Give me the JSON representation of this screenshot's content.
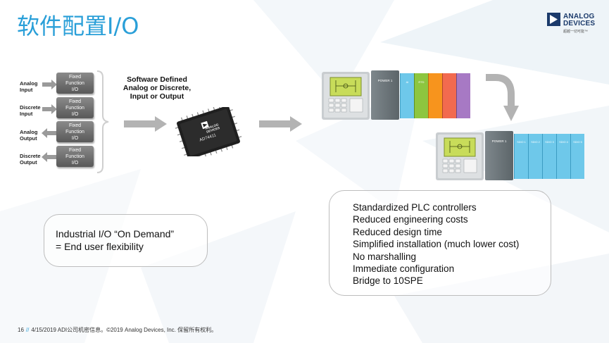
{
  "title": "软件配置I/O",
  "logo": {
    "line1": "ANALOG",
    "line2": "DEVICES",
    "tagline": "超越一切可能™"
  },
  "io_diagram": {
    "rows": [
      {
        "label1": "Analog",
        "label2": "Input",
        "block1": "Fixed",
        "block2": "Function",
        "block3": "I/O"
      },
      {
        "label1": "Discrete",
        "label2": "Input",
        "block1": "Fixed",
        "block2": "Function",
        "block3": "I/O"
      },
      {
        "label1": "Analog",
        "label2": "Output",
        "block1": "Fixed",
        "block2": "Function",
        "block3": "I/O"
      },
      {
        "label1": "Discrete",
        "label2": "Output",
        "block1": "Fixed",
        "block2": "Function",
        "block3": "I/O"
      }
    ]
  },
  "software_defined": {
    "line1": "Software Defined",
    "line2": "Analog or Discrete,",
    "line3": "Input or Output"
  },
  "chip": {
    "brand1": "ANALOG",
    "brand2": "DEVICES",
    "part": "AD74411"
  },
  "plc_top": {
    "modules": [
      "POWER 1",
      "AI",
      "RTD",
      "",
      "",
      ""
    ]
  },
  "plc_bottom": {
    "modules": [
      "POWER 1",
      "SDIO 1",
      "SDIO 2",
      "SDIO 3",
      "SDIO 4",
      "SDIO 5"
    ]
  },
  "callout_left": {
    "line1": "Industrial I/O “On Demand”",
    "line2": "= End user flexibility"
  },
  "callout_right": {
    "items": [
      "Standardized PLC controllers",
      "Reduced engineering costs",
      "Reduced design time",
      "Simplified installation (much lower cost)",
      "No marshalling",
      "Immediate configuration",
      "Bridge to 10SPE"
    ]
  },
  "footer": {
    "page": "16",
    "slashes": "//",
    "text": "4/15/2019 ADI公司机密信息。©2019 Analog Devices, Inc. 保留所有权利。"
  },
  "colors": {
    "title": "#2a9fd8",
    "brand": "#1b3a6b",
    "sdio": "#6ec8ea",
    "rtd": "#8dc63f",
    "orange": "#f7941d",
    "purple": "#8e5ea2"
  }
}
